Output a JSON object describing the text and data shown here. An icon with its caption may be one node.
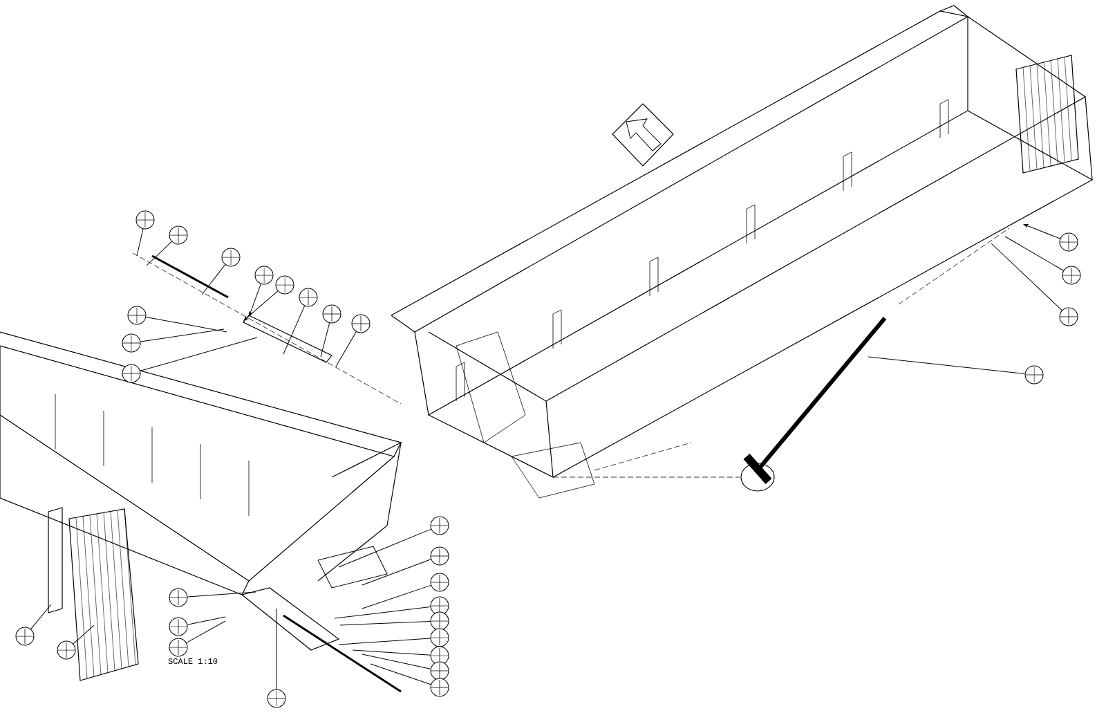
{
  "diagram": {
    "nodes": [
      {
        "text": [],
        "shape": "circle"
      },
      {
        "text": [],
        "shape": "circle"
      },
      {
        "text": [],
        "shape": "circle"
      },
      {
        "text": [],
        "shape": "circle"
      },
      {
        "text": [],
        "shape": "circle"
      },
      {
        "text": [],
        "shape": "circle"
      },
      {
        "text": [],
        "shape": "circle"
      },
      {
        "text": [],
        "shape": "circle"
      },
      {
        "text": [],
        "shape": "circle"
      },
      {
        "text": [],
        "shape": "circle"
      },
      {
        "text": [],
        "shape": "circle"
      },
      {
        "text": [],
        "shape": "circle"
      },
      {
        "text": [],
        "shape": "circle"
      },
      {
        "text": [],
        "shape": "circle"
      },
      {
        "text": [],
        "shape": "circle"
      },
      {
        "text": [],
        "shape": "circle"
      },
      {
        "text": [],
        "shape": "circle"
      },
      {
        "text": [],
        "shape": "circle"
      },
      {
        "text": [],
        "shape": "circle"
      },
      {
        "text": [],
        "shape": "circle"
      },
      {
        "text": [],
        "shape": "circle"
      },
      {
        "text": [],
        "shape": "circle"
      },
      {
        "text": [],
        "shape": "circle"
      },
      {
        "text": [],
        "shape": "circle"
      },
      {
        "text": [],
        "shape": "circle"
      },
      {
        "text": [],
        "shape": "circle"
      },
      {
        "text": [],
        "shape": "circle"
      },
      {
        "text": [],
        "shape": "circle"
      },
      {
        "text": [],
        "shape": "circle"
      },
      {
        "text": [],
        "shape": "circle"
      }
    ],
    "edges": [
      {
        "from": 0,
        "to": null,
        "arrow": "none"
      },
      {
        "from": 1,
        "to": null,
        "arrow": "none"
      },
      {
        "from": 2,
        "to": null,
        "arrow": "none"
      },
      {
        "from": 3,
        "to": null,
        "arrow": "to"
      },
      {
        "from": 4,
        "to": null,
        "arrow": "to"
      },
      {
        "from": 5,
        "to": null,
        "arrow": "none"
      },
      {
        "from": 6,
        "to": null,
        "arrow": "none"
      },
      {
        "from": 7,
        "to": null,
        "arrow": "none"
      },
      {
        "from": 8,
        "to": null,
        "arrow": "none"
      },
      {
        "from": 9,
        "to": null,
        "arrow": "none"
      },
      {
        "from": 10,
        "to": null,
        "arrow": "none"
      },
      {
        "from": 11,
        "to": null,
        "arrow": "to"
      },
      {
        "from": 12,
        "to": null,
        "arrow": "none"
      },
      {
        "from": 13,
        "to": null,
        "arrow": "none"
      },
      {
        "from": 14,
        "to": null,
        "arrow": "none"
      },
      {
        "from": 15,
        "to": null,
        "arrow": "none"
      },
      {
        "from": 16,
        "to": null,
        "arrow": "none"
      },
      {
        "from": 17,
        "to": null,
        "arrow": "none"
      },
      {
        "from": 18,
        "to": null,
        "arrow": "none"
      },
      {
        "from": 19,
        "to": null,
        "arrow": "none"
      },
      {
        "from": 20,
        "to": null,
        "arrow": "none"
      },
      {
        "from": 21,
        "to": null,
        "arrow": "none"
      },
      {
        "from": 22,
        "to": null,
        "arrow": "none"
      },
      {
        "from": 23,
        "to": null,
        "arrow": "none"
      },
      {
        "from": 24,
        "to": null,
        "arrow": "none"
      },
      {
        "from": 25,
        "to": null,
        "arrow": "none"
      },
      {
        "from": 26,
        "to": null,
        "arrow": "none"
      },
      {
        "from": 27,
        "to": null,
        "arrow": "none"
      },
      {
        "from": 28,
        "to": null,
        "arrow": "none"
      },
      {
        "from": 29,
        "to": null,
        "arrow": "none"
      }
    ],
    "labels": [
      "SCALE 1:10"
    ]
  }
}
